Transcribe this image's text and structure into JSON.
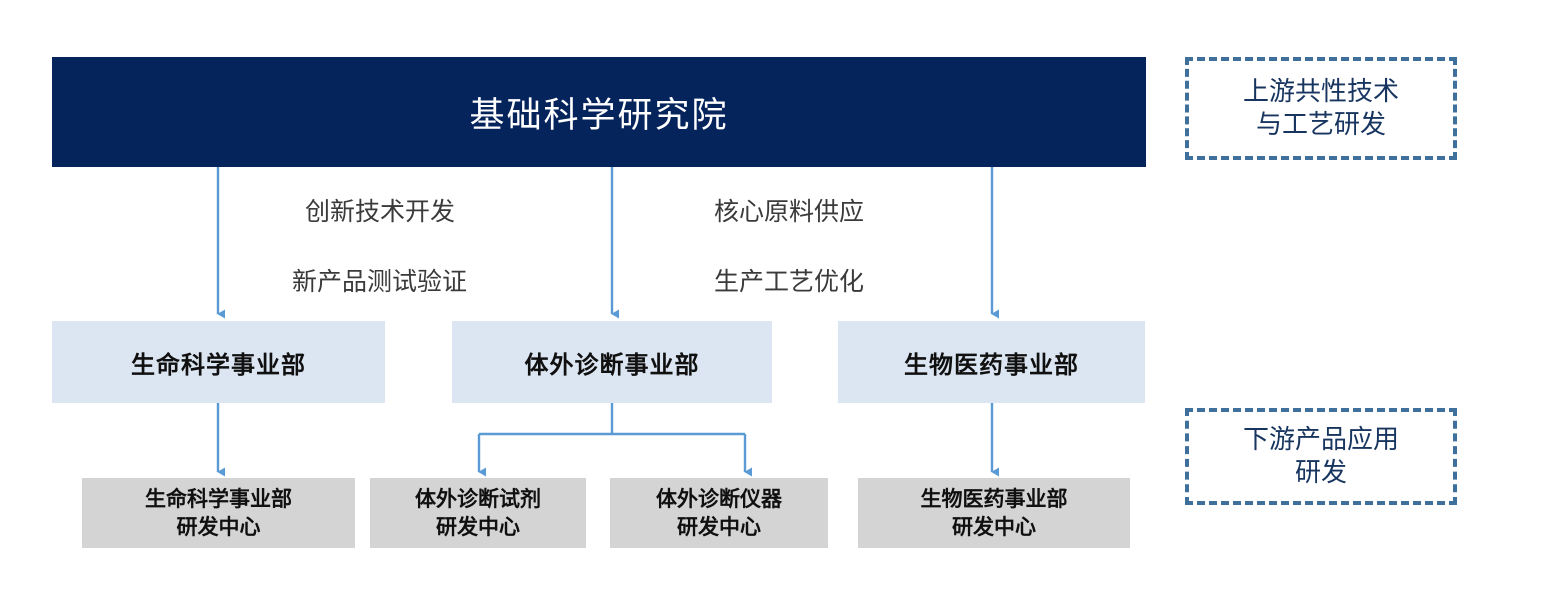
{
  "diagram": {
    "title_banner": {
      "label": "基础科学研究院",
      "color": "#06245c",
      "text_color": "#ffffff"
    },
    "stages": [
      {
        "id": "upstream",
        "line1": "上游共性技术",
        "line2": "与工艺研发",
        "border_color": "#3f6f9b",
        "text_color": "#17355f"
      },
      {
        "id": "downstream",
        "line1": "下游产品应用",
        "line2": "研发",
        "border_color": "#3f6f9b",
        "text_color": "#17355f"
      }
    ],
    "flow_labels": {
      "left_top": "创新技术开发",
      "left_bottom": "新产品测试验证",
      "right_top": "核心原料供应",
      "right_bottom": "生产工艺优化"
    },
    "divisions": [
      {
        "id": "life-science",
        "label": "生命科学事业部",
        "color": "#dce6f2"
      },
      {
        "id": "ivd",
        "label": "体外诊断事业部",
        "color": "#dce6f2"
      },
      {
        "id": "biopharma",
        "label": "生物医药事业部",
        "color": "#dce6f2"
      }
    ],
    "centers": [
      {
        "id": "life-science-center",
        "line1": "生命科学事业部",
        "line2": "研发中心",
        "color": "#d4d4d4"
      },
      {
        "id": "ivd-reagent-center",
        "line1": "体外诊断试剂",
        "line2": "研发中心",
        "color": "#d4d4d4"
      },
      {
        "id": "ivd-instrument-center",
        "line1": "体外诊断仪器",
        "line2": "研发中心",
        "color": "#d4d4d4"
      },
      {
        "id": "biopharma-center",
        "line1": "生物医药事业部",
        "line2": "研发中心",
        "color": "#d4d4d4"
      }
    ],
    "connector_color": "#5b9bd5"
  }
}
